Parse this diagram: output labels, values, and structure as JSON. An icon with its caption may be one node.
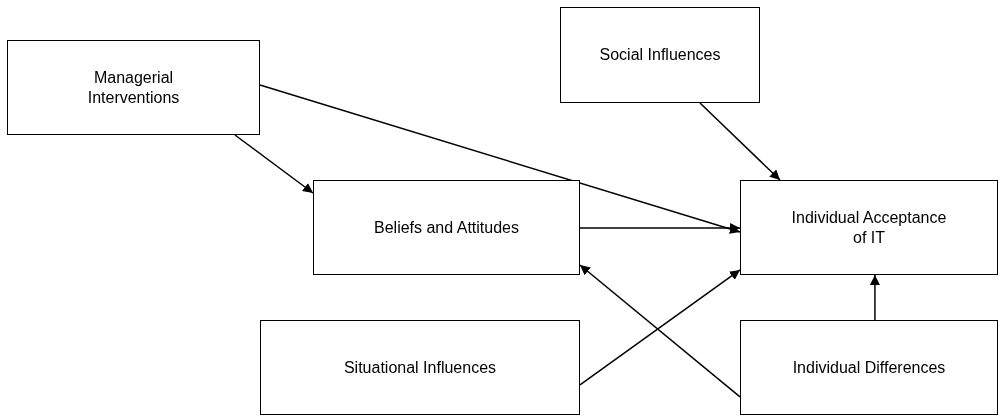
{
  "diagram": {
    "nodes": [
      {
        "text": [
          "Social Influences"
        ]
      },
      {
        "text": [
          "Managerial Interventions"
        ]
      },
      {
        "text": [
          "Beliefs and Attitudes"
        ]
      },
      {
        "text": [
          "Individual Acceptance of IT"
        ]
      },
      {
        "text": [
          "Situational Influences"
        ]
      },
      {
        "text": [
          "Individual Differences"
        ]
      }
    ],
    "edges": [
      {
        "from": 1,
        "to": 3,
        "arrow": "to"
      },
      {
        "from": 1,
        "to": 2,
        "arrow": "to"
      },
      {
        "from": 0,
        "to": 3,
        "arrow": "to"
      },
      {
        "from": 2,
        "to": 3,
        "arrow": "to"
      },
      {
        "from": 4,
        "to": 3,
        "arrow": "to"
      },
      {
        "from": 5,
        "to": 2,
        "arrow": "to"
      },
      {
        "from": 5,
        "to": 3,
        "arrow": "to"
      }
    ]
  }
}
